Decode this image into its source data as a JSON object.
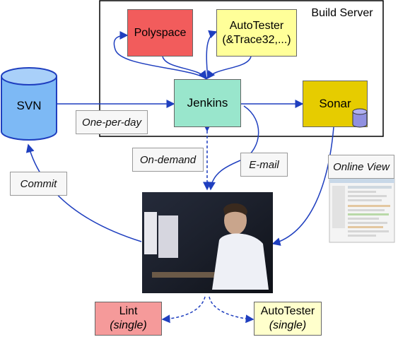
{
  "server": {
    "title": "Build Server"
  },
  "nodes": {
    "svn": "SVN",
    "polyspace": "Polyspace",
    "autotester_line1": "AutoTester",
    "autotester_line2": "(&Trace32,...)",
    "jenkins": "Jenkins",
    "sonar": "Sonar",
    "lint_line1": "Lint",
    "lint_line2": "(single)",
    "autotester_single_line1": "AutoTester",
    "autotester_single_line2": "(single)"
  },
  "edges": {
    "one_per_day": "One-per-day",
    "on_demand": "On-demand",
    "email": "E-mail",
    "online_view": "Online View",
    "commit": "Commit"
  },
  "colors": {
    "svn": "#7db9f5",
    "polyspace": "#f25c5c",
    "autotester": "#ffff99",
    "jenkins": "#99e6cc",
    "sonar": "#e6cc00",
    "lint": "#f59a9a",
    "arrow": "#1f3fbf"
  }
}
